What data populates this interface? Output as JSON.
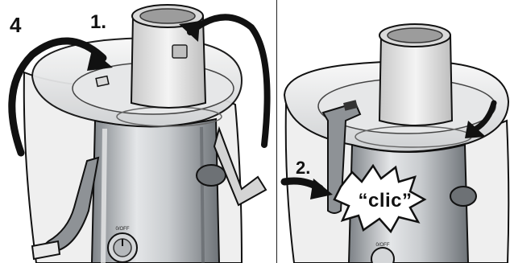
{
  "illustration": {
    "left_panel": {
      "step_4_label": "4",
      "step_1_label": "1.",
      "dial_label": "0/OFF"
    },
    "right_panel": {
      "step_2_label": "2.",
      "click_sound": "“clic”",
      "dial_label": "0/OFF"
    },
    "colors": {
      "outline": "#111111",
      "metal_body": "#b8bcc0",
      "white_plastic": "#f2f2f2",
      "transparent_cover": "#dcdcdc",
      "arrow_fill": "#1a1a1a"
    },
    "icons": [
      "rotate-arrow-icon",
      "curved-arrow-icon",
      "push-arrow-icon",
      "click-burst-icon"
    ]
  }
}
